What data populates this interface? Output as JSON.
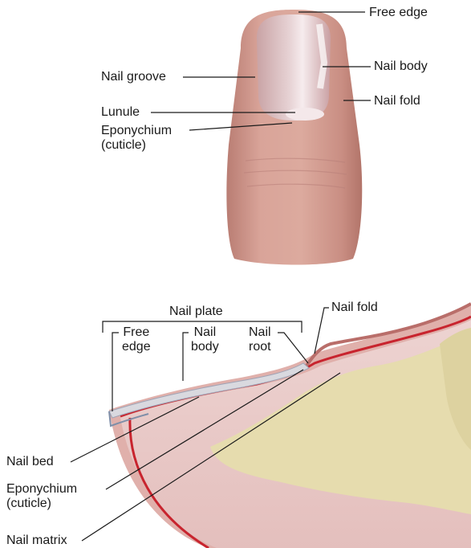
{
  "top_view": {
    "free_edge": "Free edge",
    "nail_groove": "Nail groove",
    "nail_body": "Nail body",
    "nail_fold": "Nail fold",
    "lunule": "Lunule",
    "eponychium_1": "Eponychium",
    "eponychium_2": "(cuticle)"
  },
  "side_view": {
    "nail_plate": "Nail plate",
    "nail_fold": "Nail fold",
    "free_edge_1": "Free",
    "free_edge_2": "edge",
    "nail_body_1": "Nail",
    "nail_body_2": "body",
    "nail_root_1": "Nail",
    "nail_root_2": "root",
    "nail_bed": "Nail bed",
    "eponychium_1": "Eponychium",
    "eponychium_2": "(cuticle)",
    "nail_matrix": "Nail matrix"
  },
  "colors": {
    "skin": "#d8a49c",
    "nail": "#e3c9cb",
    "bone": "#e6dcae",
    "red_line": "#c8242e",
    "label_line": "#1a1a1a"
  }
}
